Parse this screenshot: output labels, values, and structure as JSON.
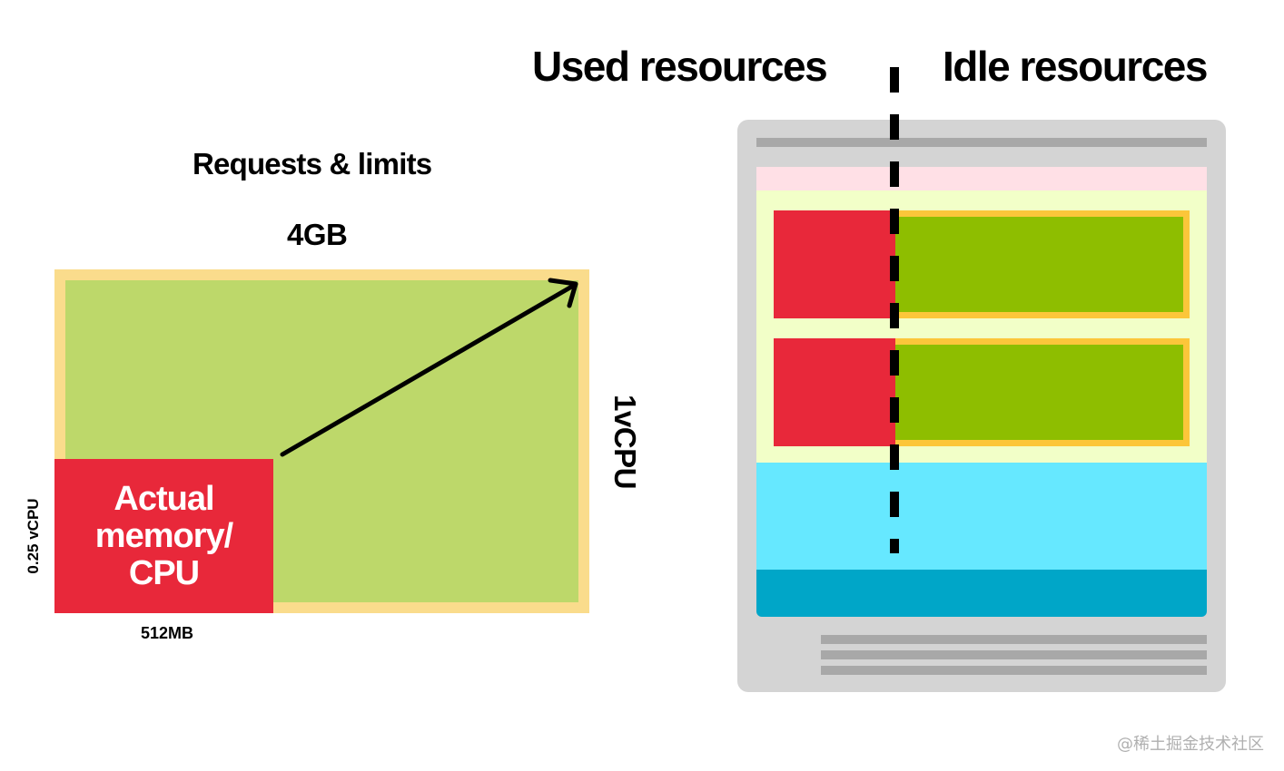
{
  "headings": {
    "used": "Used resources",
    "idle": "Idle resources",
    "requests_limits": "Requests & limits"
  },
  "limit_labels": {
    "memory": "4GB",
    "cpu": "1vCPU"
  },
  "request_labels": {
    "memory": "512MB",
    "cpu": "0.25 vCPU"
  },
  "actual_label": "Actual memory/ CPU",
  "colors": {
    "actual_red": "#e8283a",
    "limit_green": "#bdd86a",
    "limit_border": "#fadc8c",
    "pod_green": "#8ebe00",
    "pod_border": "#fcc63a",
    "server_gray": "#d4d4d4",
    "pink_band": "#ffe0e6",
    "lime_band": "#f2ffc8",
    "cyan_band": "#66e8ff",
    "teal_band": "#00a6c8"
  },
  "icons": {
    "growth_arrow": "arrow-up-right-icon"
  },
  "watermark": "@稀土掘金技术社区"
}
